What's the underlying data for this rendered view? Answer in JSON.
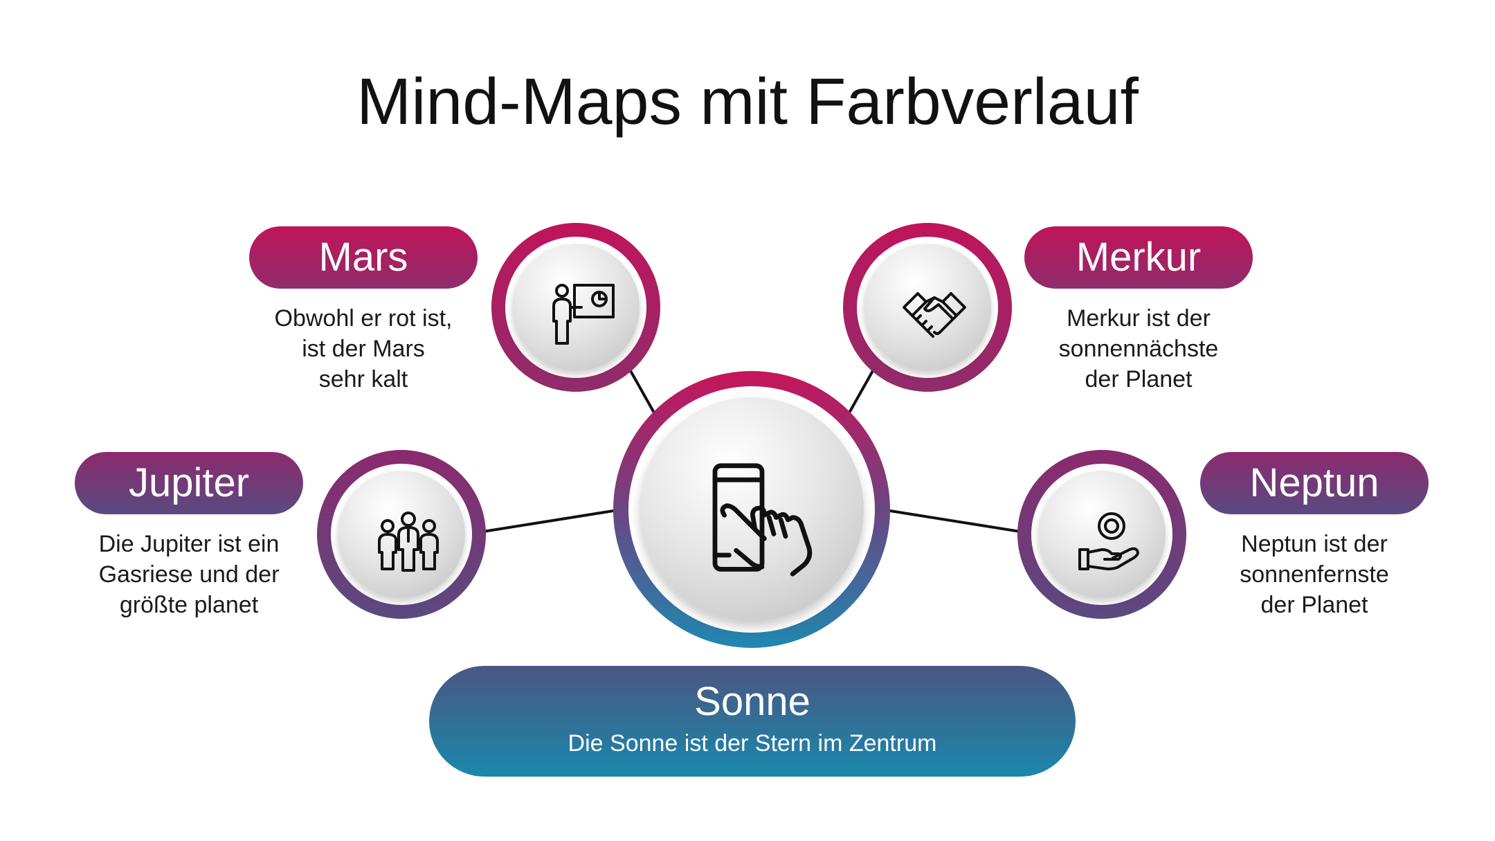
{
  "title": "Mind-Maps mit Farbverlauf",
  "center": {
    "icon": "touch-phone-icon",
    "label": "Sonne",
    "description": "Die Sonne ist der Stern im Zentrum"
  },
  "nodes": {
    "mars": {
      "label": "Mars",
      "icon": "presentation-icon",
      "description": [
        "Obwohl er rot ist,",
        "ist der Mars",
        "sehr kalt"
      ]
    },
    "merkur": {
      "label": "Merkur",
      "icon": "handshake-icon",
      "description": [
        "Merkur ist der",
        "sonnennächste",
        "der Planet"
      ]
    },
    "jupiter": {
      "label": "Jupiter",
      "icon": "team-icon",
      "description": [
        "Die Jupiter ist ein",
        "Gasriese und der",
        "größte planet"
      ]
    },
    "neptun": {
      "label": "Neptun",
      "icon": "coin-hand-icon",
      "description": [
        "Neptun ist der",
        "sonnenfernste",
        "der Planet"
      ]
    }
  },
  "colors": {
    "top_gradient": [
      "#c0145a",
      "#8f2d6b"
    ],
    "mid_gradient": [
      "#8b2a6e",
      "#5a4a80"
    ],
    "sun_gradient": [
      "#4a5683",
      "#1a88ab"
    ]
  }
}
